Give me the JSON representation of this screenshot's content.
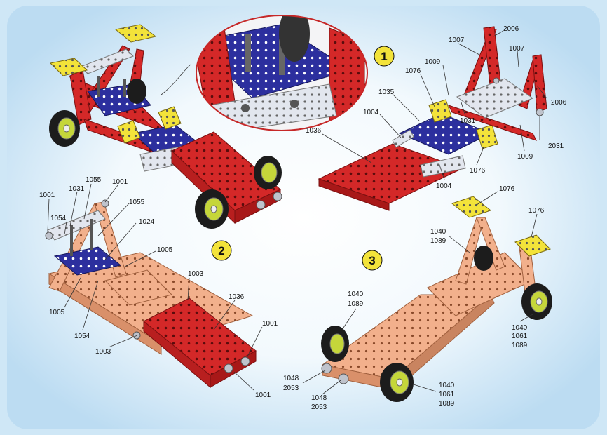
{
  "steps": [
    "1",
    "2",
    "3"
  ],
  "colors": {
    "red": "#d42828",
    "blue": "#2c2f9e",
    "yellow": "#f3e33a",
    "steel": "#dfe3ea",
    "peach": "#f2b08c",
    "tire": "#1c1c1c",
    "hub": "#c5d63a",
    "background": "#cfe7f6"
  },
  "labels": {
    "s1": [
      "1007",
      "2006",
      "1007",
      "1009",
      "1076",
      "1035",
      "1031",
      "2006",
      "1004",
      "1036",
      "2031",
      "1009",
      "1076",
      "1004"
    ],
    "s2": [
      "1001",
      "1055",
      "1031",
      "1001",
      "1054",
      "1055",
      "1024",
      "1005",
      "1003",
      "1036",
      "1005",
      "1054",
      "1003",
      "1001",
      "1001"
    ],
    "s3": [
      "1076",
      "1076",
      "1040",
      "1089",
      "1040",
      "1089",
      "1040",
      "1061",
      "1089",
      "1048",
      "2053",
      "1048",
      "2053",
      "1040",
      "1061",
      "1089"
    ]
  }
}
